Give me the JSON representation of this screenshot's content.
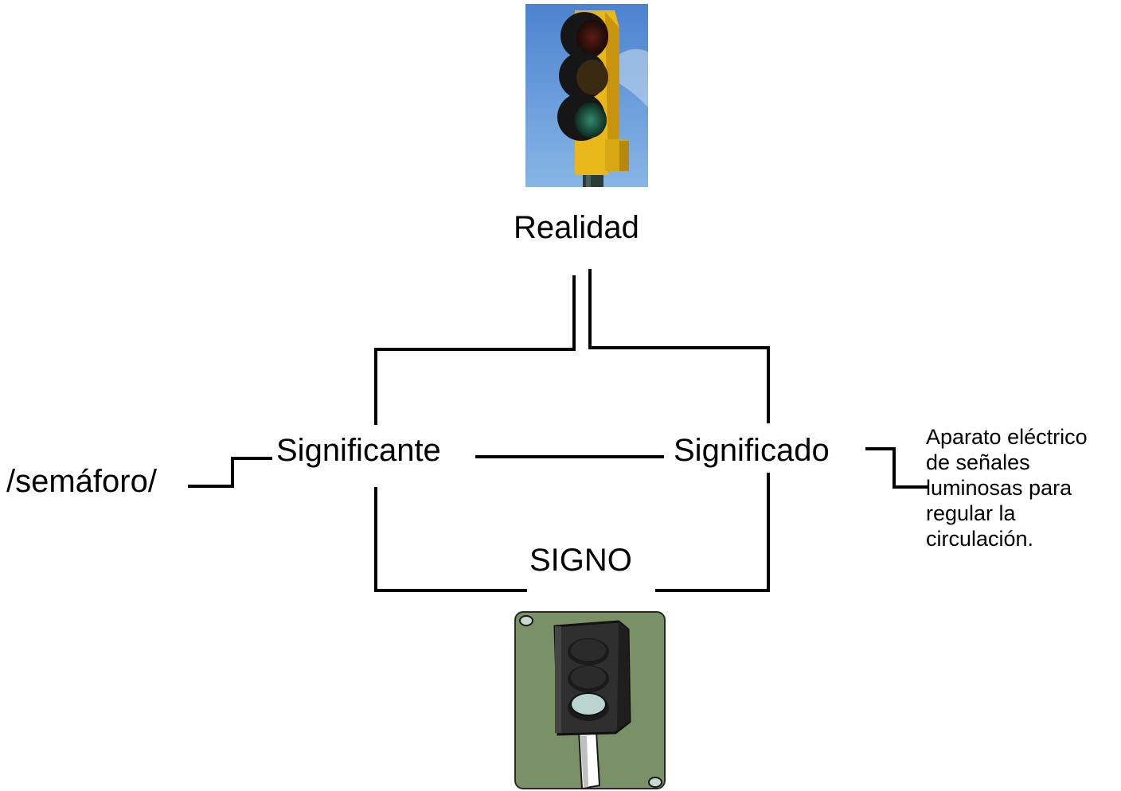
{
  "diagram": {
    "realidad": "Realidad",
    "significante": "Significante",
    "significado": "Significado",
    "signo": "SIGNO",
    "word": "/semáforo/",
    "definition": "Aparato eléctrico de señales luminosas para regular la circulación.",
    "photo_icon": "traffic-light-photo",
    "clipart_icon": "traffic-light-clipart"
  },
  "colors": {
    "line": "#000000",
    "sky": "#5b8fd0",
    "housing_yellow": "#e8b81a",
    "clipart_background": "#7a9168",
    "clipart_body": "#2f2f2f",
    "green_light": "#b9d4cf"
  }
}
